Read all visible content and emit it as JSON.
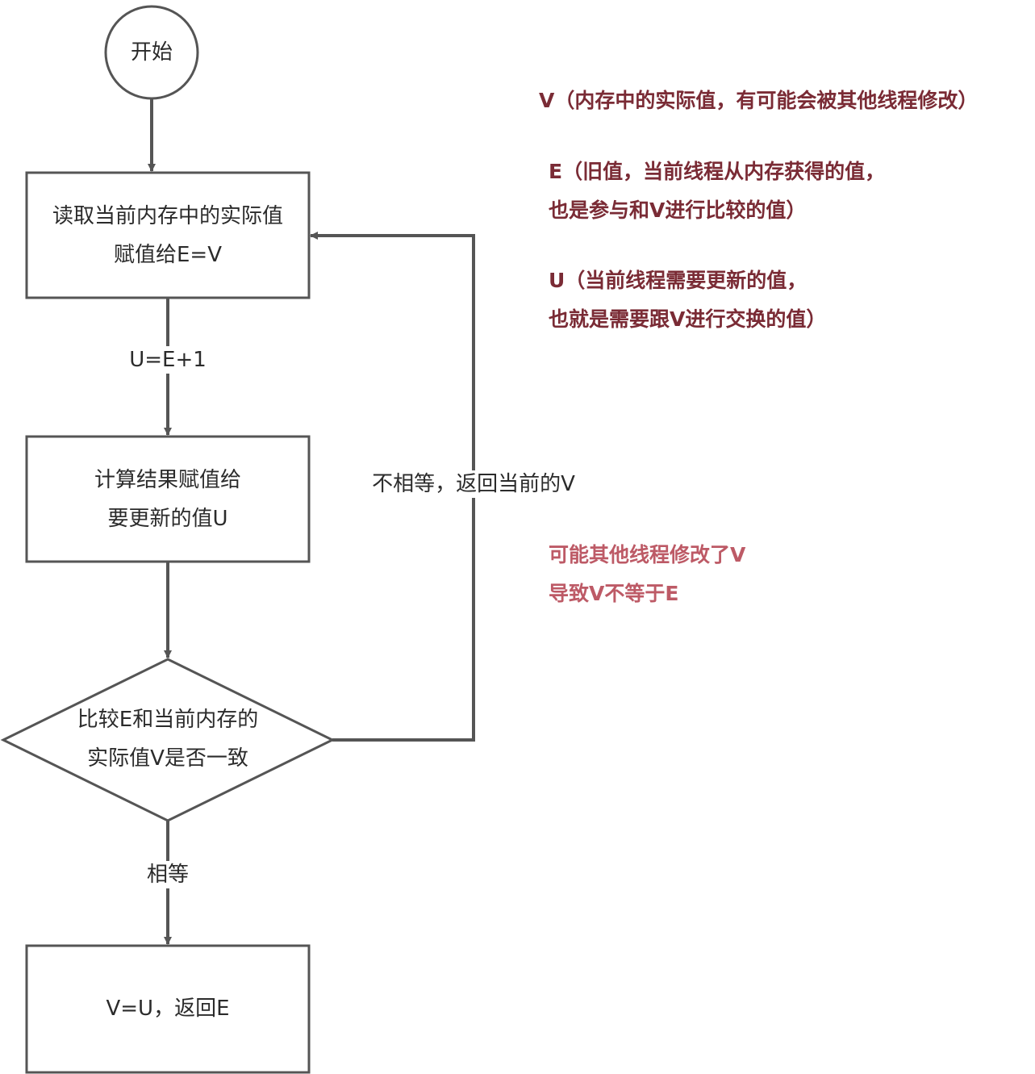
{
  "nodes": {
    "start": "开始",
    "read": [
      "读取当前内存中的实际值",
      "赋值给E=V"
    ],
    "compute": [
      "计算结果赋值给",
      "要更新的值U"
    ],
    "compare": [
      "比较E和当前内存的",
      "实际值V是否一致"
    ],
    "swap": "V=U，返回E"
  },
  "edges": {
    "assign_u": "U=E+1",
    "not_equal": "不相等，返回当前的V",
    "equal": "相等"
  },
  "notes": {
    "v": "V（内存中的实际值，有可能会被其他线程修改）",
    "e": [
      "E（旧值，当前线程从内存获得的值，",
      "也是参与和V进行比较的值）"
    ],
    "u": [
      "U（当前线程需要更新的值，",
      "也就是需要跟V进行交换的值）"
    ],
    "conflict": [
      "可能其他线程修改了V",
      "导致V不等于E"
    ]
  },
  "colors": {
    "stroke": "#555555",
    "note_dark": "#7a2b35",
    "note_light": "#bd5a66"
  }
}
